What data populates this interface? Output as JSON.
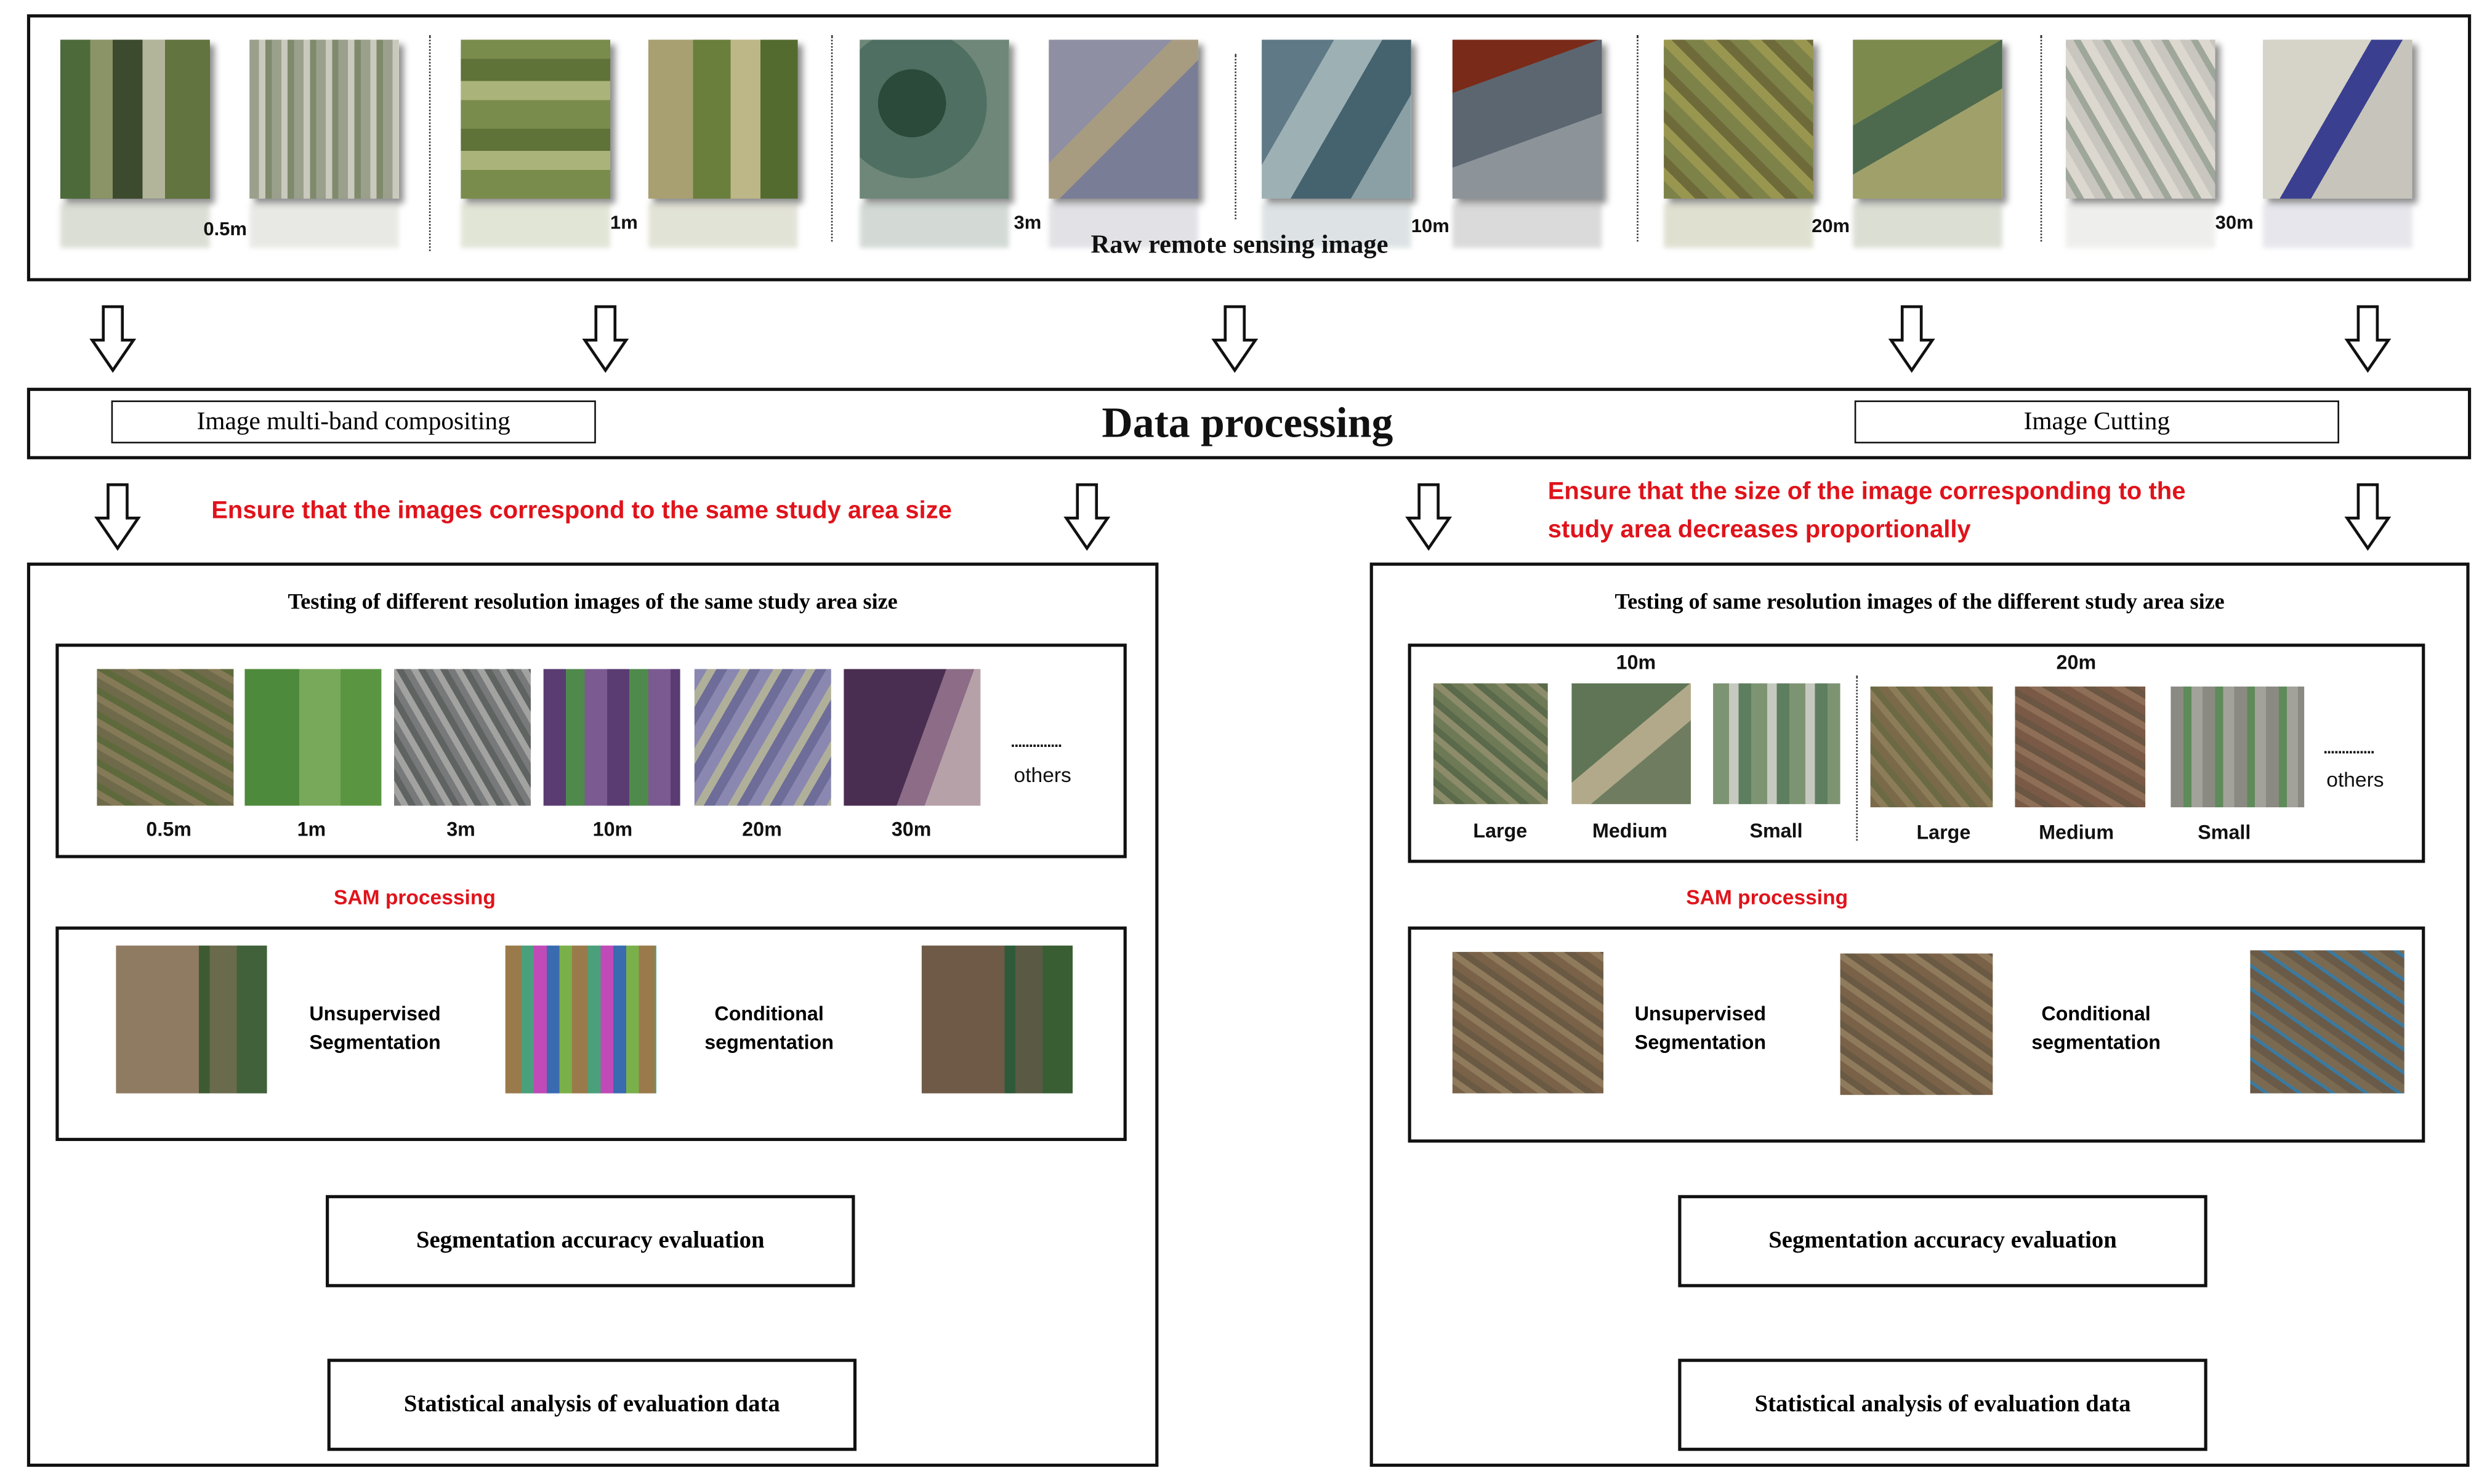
{
  "raw_section": {
    "title": "Raw remote sensing image",
    "resolutions": [
      "0.5m",
      "1m",
      "3m",
      "10m",
      "20m",
      "30m"
    ]
  },
  "data_processing": {
    "title": "Data processing",
    "left_step": "Image multi-band compositing",
    "right_step": "Image Cutting"
  },
  "notes": {
    "left": "Ensure that the images correspond to the same study area size",
    "right_line1": "Ensure that the size of the image corresponding to the",
    "right_line2": "study area decreases proportionally"
  },
  "left_panel": {
    "title": "Testing of different resolution images of the same study area size",
    "tile_labels": [
      "0.5m",
      "1m",
      "3m",
      "10m",
      "20m",
      "30m"
    ],
    "dots": "..............",
    "others": "others",
    "sam": "SAM processing",
    "unsup_line1": "Unsupervised",
    "unsup_line2": "Segmentation",
    "cond_line1": "Conditional",
    "cond_line2": "segmentation",
    "eval": "Segmentation accuracy evaluation",
    "stats": "Statistical analysis of evaluation data"
  },
  "right_panel": {
    "title": "Testing of same resolution images of the different study area size",
    "group1": "10m",
    "group2": "20m",
    "sizes": [
      "Large",
      "Medium",
      "Small",
      "Large",
      "Medium",
      "Small"
    ],
    "dots": "..............",
    "others": "others",
    "sam": "SAM processing",
    "unsup_line1": "Unsupervised",
    "unsup_line2": "Segmentation",
    "cond_line1": "Conditional",
    "cond_line2": "segmentation",
    "eval": "Segmentation accuracy evaluation",
    "stats": "Statistical analysis of evaluation data"
  },
  "colors": {
    "note_red": "#e0131b",
    "border": "#111111"
  }
}
